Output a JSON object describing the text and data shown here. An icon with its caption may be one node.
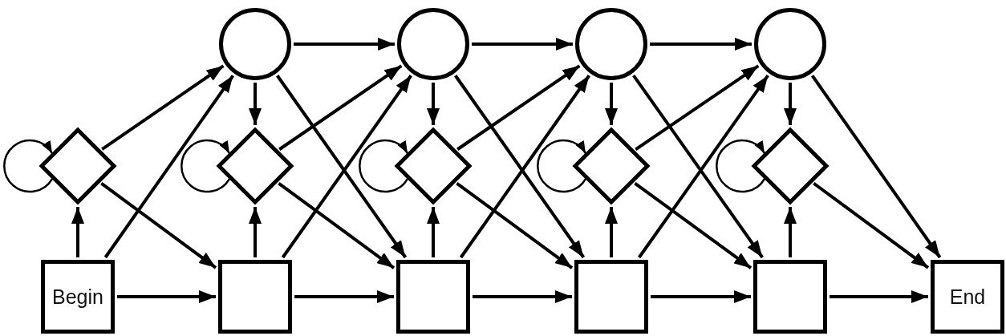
{
  "diagram": {
    "nodes": [
      {
        "text": [],
        "shape": "circle"
      },
      {
        "text": [],
        "shape": "circle"
      },
      {
        "text": [],
        "shape": "circle"
      },
      {
        "text": [],
        "shape": "circle"
      },
      {
        "text": [],
        "shape": "diamond"
      },
      {
        "text": [],
        "shape": "diamond"
      },
      {
        "text": [],
        "shape": "diamond"
      },
      {
        "text": [],
        "shape": "diamond"
      },
      {
        "text": [],
        "shape": "diamond"
      },
      {
        "text": [
          "Begin"
        ]
      },
      {
        "text": [],
        "shape": "box"
      },
      {
        "text": [],
        "shape": "box"
      },
      {
        "text": [],
        "shape": "box"
      },
      {
        "text": [],
        "shape": "box"
      },
      {
        "text": [
          "End"
        ]
      }
    ],
    "edges": [
      {
        "from": 0,
        "to": 1,
        "arrow": "to"
      },
      {
        "from": 1,
        "to": 2,
        "arrow": "to"
      },
      {
        "from": 2,
        "to": 3,
        "arrow": "to"
      },
      {
        "from": 0,
        "to": 5,
        "arrow": "to"
      },
      {
        "from": 1,
        "to": 6,
        "arrow": "to"
      },
      {
        "from": 2,
        "to": 7,
        "arrow": "to"
      },
      {
        "from": 3,
        "to": 8,
        "arrow": "to"
      },
      {
        "from": 0,
        "to": 11,
        "arrow": "to"
      },
      {
        "from": 1,
        "to": 12,
        "arrow": "to"
      },
      {
        "from": 2,
        "to": 13,
        "arrow": "to"
      },
      {
        "from": 3,
        "to": 14,
        "arrow": "to"
      },
      {
        "from": 4,
        "to": 4,
        "arrow": "to"
      },
      {
        "from": 5,
        "to": 5,
        "arrow": "to"
      },
      {
        "from": 6,
        "to": 6,
        "arrow": "to"
      },
      {
        "from": 7,
        "to": 7,
        "arrow": "to"
      },
      {
        "from": 8,
        "to": 8,
        "arrow": "to"
      },
      {
        "from": 4,
        "to": 10,
        "arrow": "to"
      },
      {
        "from": 5,
        "to": 11,
        "arrow": "to"
      },
      {
        "from": 6,
        "to": 12,
        "arrow": "to"
      },
      {
        "from": 7,
        "to": 13,
        "arrow": "to"
      },
      {
        "from": 8,
        "to": 14,
        "arrow": "to"
      },
      {
        "from": 4,
        "to": 0,
        "arrow": "to"
      },
      {
        "from": 5,
        "to": 1,
        "arrow": "to"
      },
      {
        "from": 6,
        "to": 2,
        "arrow": "to"
      },
      {
        "from": 7,
        "to": 3,
        "arrow": "to"
      },
      {
        "from": 9,
        "to": 10,
        "arrow": "to"
      },
      {
        "from": 10,
        "to": 11,
        "arrow": "to"
      },
      {
        "from": 11,
        "to": 12,
        "arrow": "to"
      },
      {
        "from": 12,
        "to": 13,
        "arrow": "to"
      },
      {
        "from": 13,
        "to": 14,
        "arrow": "to"
      },
      {
        "from": 9,
        "to": 4,
        "arrow": "to"
      },
      {
        "from": 10,
        "to": 5,
        "arrow": "to"
      },
      {
        "from": 11,
        "to": 6,
        "arrow": "to"
      },
      {
        "from": 12,
        "to": 7,
        "arrow": "to"
      },
      {
        "from": 13,
        "to": 8,
        "arrow": "to"
      },
      {
        "from": 9,
        "to": 0,
        "arrow": "to"
      },
      {
        "from": 10,
        "to": 1,
        "arrow": "to"
      },
      {
        "from": 11,
        "to": 2,
        "arrow": "to"
      },
      {
        "from": 12,
        "to": 3,
        "arrow": "to"
      }
    ]
  }
}
